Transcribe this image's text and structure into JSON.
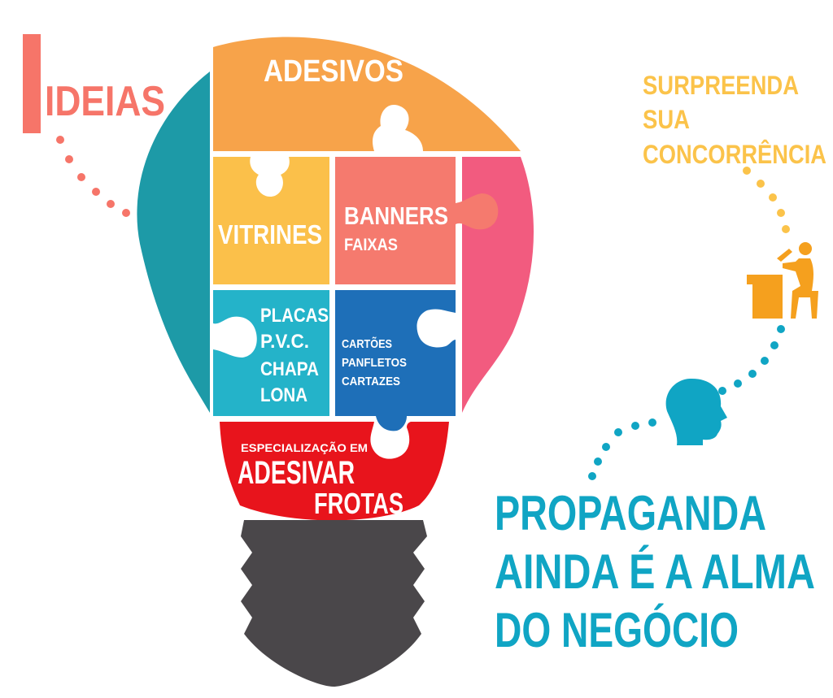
{
  "colors": {
    "teal": "#1d9aa7",
    "orange": "#f7a34a",
    "yellow": "#fbc04a",
    "salmon": "#f57a6e",
    "pink": "#f25b7f",
    "cyan": "#24b3c9",
    "blue": "#1e6fb8",
    "red": "#e8141c",
    "socket": "#4a474a",
    "title_cyan": "#10a5c4",
    "idea_salmon": "#f67569",
    "gold": "#fbc34a",
    "figure_orange": "#f5a01e"
  },
  "top_left": {
    "label": "IDEIAS"
  },
  "top_right": {
    "lines": [
      "SURPREENDA",
      "SUA",
      "CONCORRÊNCIA"
    ]
  },
  "pieces": {
    "adesivos": "ADESIVOS",
    "vitrines": "VITRINES",
    "banners": "BANNERS",
    "faixas": "FAIXAS",
    "placas": [
      "PLACAS",
      "P.V.C.",
      "CHAPA",
      "LONA"
    ],
    "cartoes": [
      "CARTÕES",
      "PANFLETOS",
      "CARTAZES"
    ],
    "especializacao": "ESPECIALIZAÇÃO EM",
    "adesivar": "ADESIVAR",
    "frotas": "FROTAS"
  },
  "slogan": {
    "lines": [
      "PROPAGANDA",
      "AINDA É A ALMA",
      "DO NEGÓCIO"
    ]
  },
  "icons": {
    "desk_figure": "person-at-desk-icon",
    "head": "human-head-profile-icon"
  }
}
